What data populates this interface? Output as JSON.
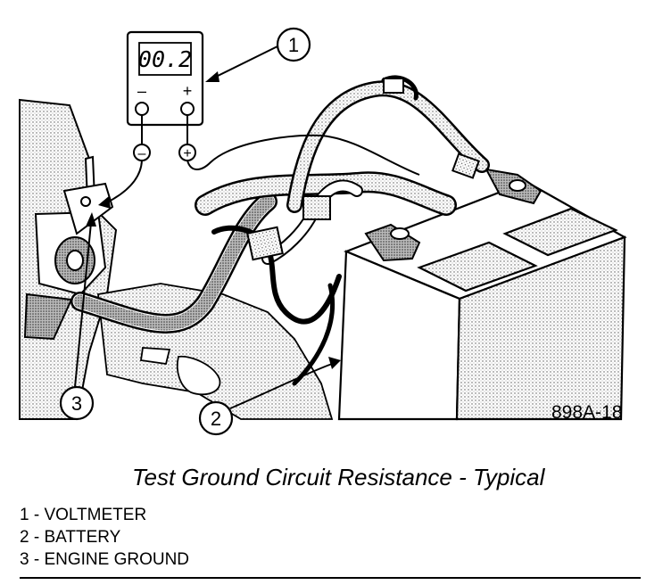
{
  "figure": {
    "code": "898A-18",
    "meter_reading": "00.2",
    "meter_minus": "–",
    "meter_plus": "+",
    "lead_minus": "–",
    "lead_plus": "+",
    "callouts": [
      "1",
      "2",
      "3"
    ]
  },
  "caption": "Test Ground Circuit Resistance - Typical",
  "legend": [
    "1 - VOLTMETER",
    "2 - BATTERY",
    "3 - ENGINE GROUND"
  ]
}
